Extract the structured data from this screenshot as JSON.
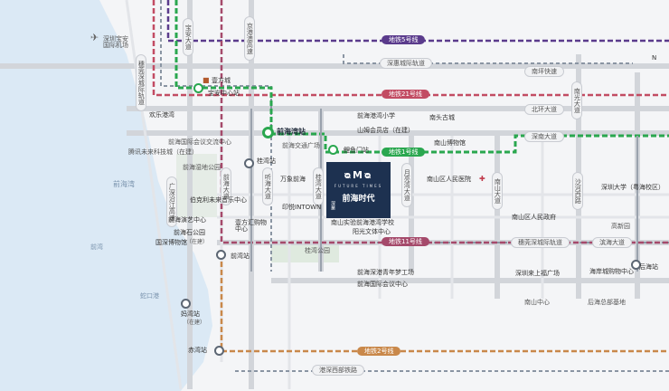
{
  "airport": {
    "label": "深圳宝安国际机场"
  },
  "north": "N",
  "project": {
    "logo": "ᴓMᴓ",
    "en_name": "FUTURE TIMES",
    "cn_name": "前海时代",
    "vertical_cn": "深業"
  },
  "metro_lines": {
    "line5": "地铁5号线",
    "line21": "地铁21号线",
    "line1": "地铁1号线",
    "line11": "地铁11号线",
    "line2": "地铁2号线"
  },
  "rail_labels": {
    "shenhui": "深惠城际轨道",
    "suiliu": "穗莞深城际轨道",
    "suishen_v": "穗莞深城际轨道",
    "gangshen_west": "港深西部铁路"
  },
  "roads": {
    "nanping": "南坪快速",
    "beihuan": "北环大道",
    "shennan": "深南大道",
    "binhai": "滨海大道",
    "baoan_v": "宝安大道",
    "jingang_v": "京港澳高速",
    "qianhai_v": "前海大道",
    "tinghai_v": "听海大道",
    "guijie_v": "桂湾大道",
    "yuehai_v": "月亮湾大道",
    "nanshan_v": "南山大道",
    "nanguang_v": "南光大道",
    "shahe_v": "沙河西路",
    "guangshen_v": "广深沿江高速"
  },
  "stations": {
    "baoan_center": "宝安中心站",
    "qianhaiwan": "前海湾站",
    "liyumen": "鲤鱼门站",
    "guiwan": "桂湾站",
    "qianwan": "前湾站",
    "chiwan": "赤湾站",
    "houhai": "后海站",
    "mawan": "妈湾站",
    "mawan_sub": "（在建）"
  },
  "pois": {
    "guanfangcheng": "壹方城",
    "huanle": "欢乐港湾",
    "qianhai_intl": "前海国际会议交流中心",
    "tencent": "腾讯未来科技城（在建）",
    "qianhai_wetland": "前海湿地公园",
    "bolikexi": "伯克利未来音乐中心",
    "qianhai_arts": "前海演艺中心",
    "qianhai_stone": "前海石公园",
    "guoyang": "国深博物馆",
    "guoyang_sub": "（在建）",
    "sunfang": "壹方汇购物中心",
    "wanxiang": "万象前海",
    "qianhai_intown": "印悦INTOWN",
    "guiwan_park": "桂湾公园",
    "qianhai_traffic": "前海交通广场",
    "qianhai_school": "前海港湾小学",
    "shanhaicheng": "山姆会员店（在建）",
    "nanshan_museum": "南山博物馆",
    "nantou": "南头古城",
    "nanshan_hospital": "南山区人民医院",
    "nanshan_shiyan": "南山实验前海港湾学校",
    "yangguang": "阳光文体中心",
    "qianhai_youth": "前海深港青年梦工场",
    "qianhai_expo": "前海国际会议中心",
    "nanshan_gov": "南山区人民政府",
    "shenzhen_univ": "深圳大学（粤海校区）",
    "gaoxin": "高新园",
    "shenye_shangcheng": "深圳来上福广场",
    "haian_mall": "海岸城购物中心",
    "nanshan_center": "南山中心",
    "houhai_hq": "后海总部基地",
    "qianhai_bay": "前海湾",
    "shekou": "蛇口港",
    "jiyu": "前湾"
  },
  "colors": {
    "line1": "#2aa74f",
    "line5": "#5a3b8c",
    "line11": "#a54a6b",
    "line21": "#c24c63",
    "line2": "#c9884a",
    "rail": "#8a95a3",
    "water": "#dbe9f5",
    "brand": "#1d3150"
  }
}
